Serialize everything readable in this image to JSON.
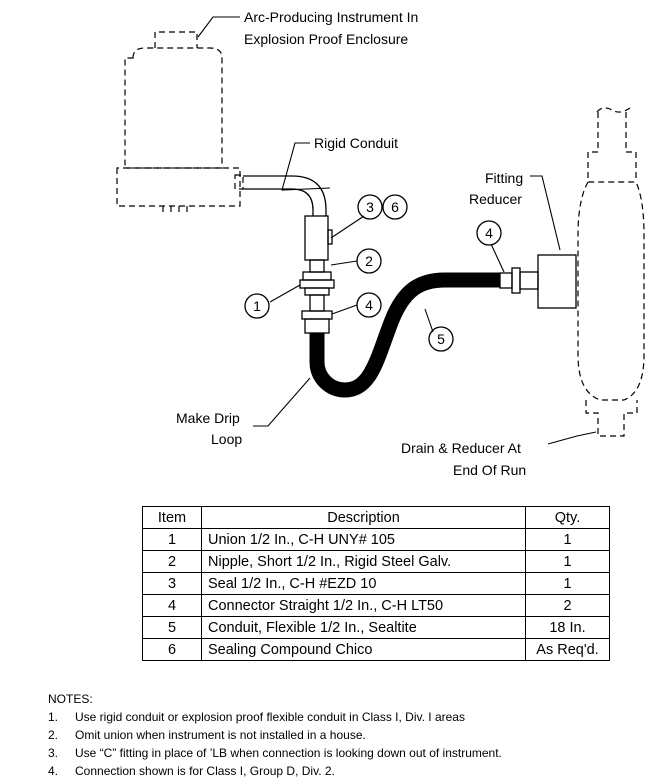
{
  "labels": {
    "instrument_line1": "Arc-Producing Instrument In",
    "instrument_line2": "Explosion Proof Enclosure",
    "rigid_conduit": "Rigid Conduit",
    "fitting": "Fitting",
    "reducer": "Reducer",
    "drip_line1": "Make Drip",
    "drip_line2": "Loop",
    "drain_line1": "Drain & Reducer At",
    "drain_line2": "End Of Run"
  },
  "callouts": [
    "1",
    "2",
    "3",
    "6",
    "4",
    "4",
    "5"
  ],
  "table": {
    "headers": {
      "item": "Item",
      "description": "Description",
      "qty": "Qty."
    },
    "rows": [
      {
        "item": "1",
        "description": "Union 1/2 In., C-H UNY# 105",
        "qty": "1"
      },
      {
        "item": "2",
        "description": "Nipple, Short 1/2 In., Rigid Steel Galv.",
        "qty": "1"
      },
      {
        "item": "3",
        "description": "Seal 1/2 In., C-H #EZD 10",
        "qty": "1"
      },
      {
        "item": "4",
        "description": "Connector Straight 1/2 In., C-H LT50",
        "qty": "2"
      },
      {
        "item": "5",
        "description": "Conduit, Flexible 1/2 In., Sealtite",
        "qty": "18 In."
      },
      {
        "item": "6",
        "description": "Sealing Compound Chico",
        "qty": "As Req'd."
      }
    ]
  },
  "notes": {
    "title": "NOTES:",
    "items": [
      {
        "num": "1.",
        "text": "Use rigid conduit or explosion proof flexible conduit in Class I, Div. I areas"
      },
      {
        "num": "2.",
        "text": "Omit union when instrument is not installed in a house."
      },
      {
        "num": "3.",
        "text": "Use “C” fitting in place of ’LB when connection is looking down out of instrument."
      },
      {
        "num": "4.",
        "text": "Connection shown is for Class I, Group D, Div. 2."
      }
    ]
  }
}
